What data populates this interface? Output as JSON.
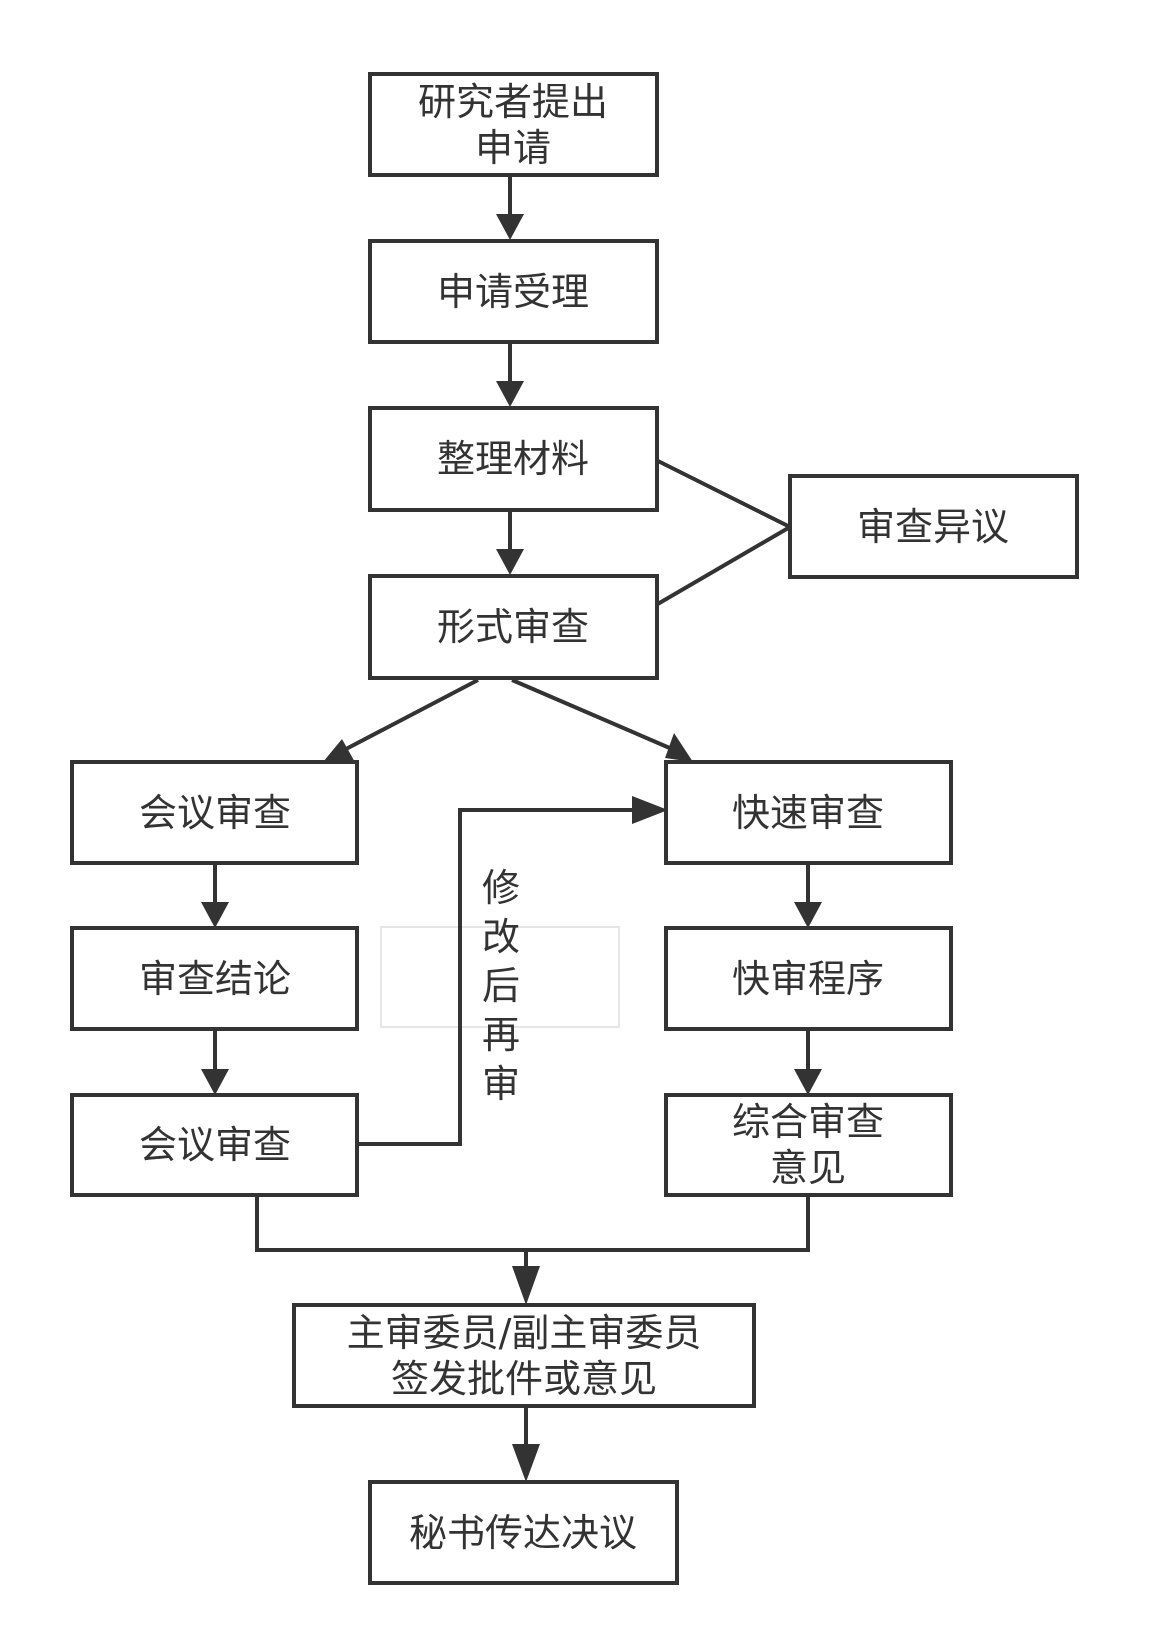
{
  "nodes": {
    "apply": {
      "lines": [
        "研究者提出",
        "申请"
      ]
    },
    "accept": {
      "lines": [
        "申请受理"
      ]
    },
    "organize": {
      "lines": [
        "整理材料"
      ]
    },
    "formal": {
      "lines": [
        "形式审查"
      ]
    },
    "objection": {
      "lines": [
        "审查异议"
      ]
    },
    "meeting1": {
      "lines": [
        "会议审查"
      ]
    },
    "conclusion": {
      "lines": [
        "审查结论"
      ]
    },
    "meeting2": {
      "lines": [
        "会议审查"
      ]
    },
    "fast": {
      "lines": [
        "快速审查"
      ]
    },
    "fastproc": {
      "lines": [
        "快审程序"
      ]
    },
    "summary": {
      "lines": [
        "综合审查",
        "意见"
      ]
    },
    "sign": {
      "lines": [
        "主审委员/副主审委员",
        "签发批件或意见"
      ]
    },
    "notify": {
      "lines": [
        "秘书传达决议"
      ]
    }
  },
  "labels": {
    "revise": [
      "修",
      "改",
      "后",
      "再",
      "审"
    ]
  },
  "colors": {
    "stroke": "#333333",
    "fill": "#ffffff",
    "ghost": "#e6e6e6"
  }
}
